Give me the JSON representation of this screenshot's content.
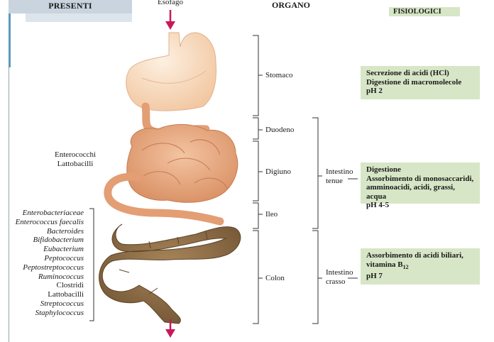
{
  "headers": {
    "presenti": "PRESENTI",
    "organo": "ORGANO",
    "fisiologici": "FISIOLOGICI",
    "esofago": "Esofago"
  },
  "organs": {
    "stomaco": "Stomaco",
    "duodeno": "Duodeno",
    "digiuno": "Digiuno",
    "ileo": "Ileo",
    "colon": "Colon"
  },
  "sections": {
    "intestino_tenue_1": "Intestino",
    "intestino_tenue_2": "tenue",
    "intestino_crasso_1": "Intestino",
    "intestino_crasso_2": "crasso"
  },
  "bacteria_upper": [
    "Enterococchi",
    "Lattobacilli"
  ],
  "bacteria_lower": [
    {
      "name": "Enterobacteriaceae",
      "italic": true
    },
    {
      "name": "Enterococcus faecalis",
      "italic": true
    },
    {
      "name": "Bacteroides",
      "italic": true
    },
    {
      "name": "Bifidobacterium",
      "italic": true
    },
    {
      "name": "Eubacterium",
      "italic": true
    },
    {
      "name": "Peptococcus",
      "italic": true
    },
    {
      "name": "Peptostreptococcus",
      "italic": true
    },
    {
      "name": "Ruminococcus",
      "italic": true
    },
    {
      "name": "Clostridi",
      "italic": false
    },
    {
      "name": "Lattobacilli",
      "italic": false
    },
    {
      "name": "Streptococcus",
      "italic": true
    },
    {
      "name": "Staphylococcus",
      "italic": true
    }
  ],
  "functions": {
    "stomaco": [
      "Secrezione di acidi (HCl)",
      "Digestione di macromolecole",
      "pH 2"
    ],
    "tenue": [
      "Digestione",
      "Assorbimento di monosaccaridi,",
      "amminoacidi, acidi, grassi, acqua",
      "pH 4-5"
    ],
    "crasso_line1": "Assorbimento di acidi biliari,",
    "crasso_line2_prefix": "vitamina B",
    "crasso_line2_sub": "12",
    "crasso_line3": "pH 7"
  },
  "colors": {
    "arrow": "#c8185a",
    "stomach": "#f7d9bd",
    "small_intestine": "#e7a47c",
    "colon": "#8c6a40",
    "function_box": "#d7e6c6",
    "header_box": "#c9d4de"
  }
}
